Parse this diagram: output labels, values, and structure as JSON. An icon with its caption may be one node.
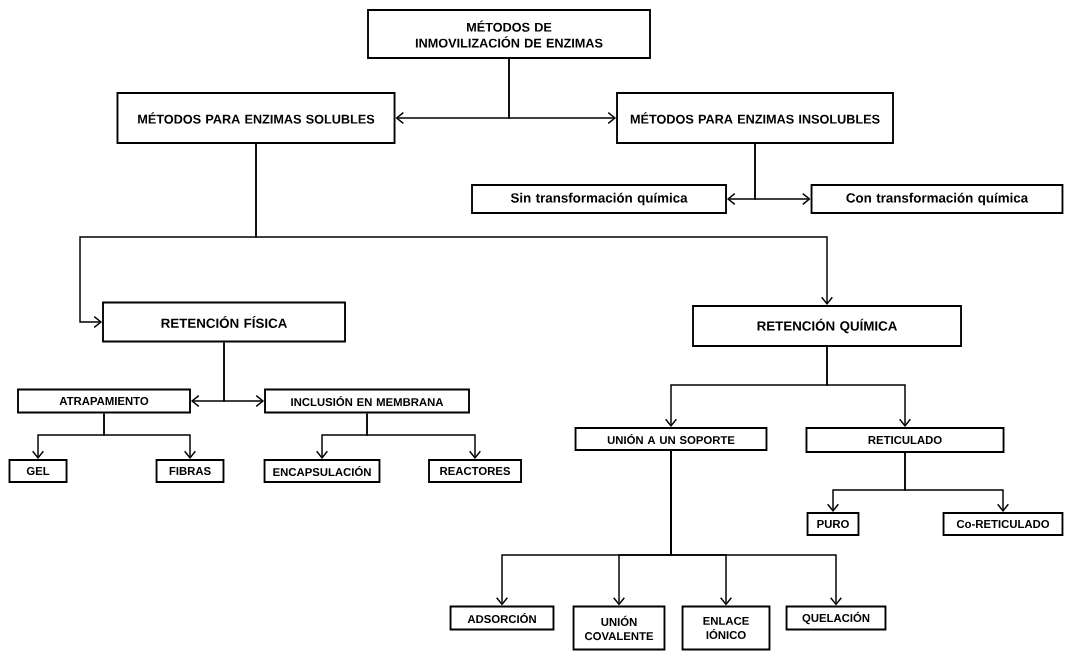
{
  "diagram": {
    "nodes": [
      {
        "text": [
          "MÉTODOS DE INMOVILIZACIÓN DE ENZIMAS"
        ]
      },
      {
        "text": [
          "MÉTODOS PARA ENZIMAS SOLUBLES"
        ]
      },
      {
        "text": [
          "MÉTODOS PARA ENZIMAS INSOLUBLES"
        ]
      },
      {
        "text": [
          "Sin transformación química"
        ]
      },
      {
        "text": [
          "Con transformación química"
        ]
      },
      {
        "text": [
          "RETENCIÓN FÍSICA"
        ]
      },
      {
        "text": [
          "RETENCIÓN QUÍMICA"
        ]
      },
      {
        "text": [
          "ATRAPAMIENTO"
        ]
      },
      {
        "text": [
          "INCLUSIÓN EN MEMBRANA"
        ]
      },
      {
        "text": [
          "GEL"
        ]
      },
      {
        "text": [
          "FIBRAS"
        ]
      },
      {
        "text": [
          "ENCAPSULACIÓN"
        ]
      },
      {
        "text": [
          "REACTORES"
        ]
      },
      {
        "text": [
          "UNIÓN A UN SOPORTE"
        ]
      },
      {
        "text": [
          "RETICULADO"
        ]
      },
      {
        "text": [
          "PURO"
        ]
      },
      {
        "text": [
          "Co-RETICULADO"
        ]
      },
      {
        "text": [
          "ADSORCIÓN"
        ]
      },
      {
        "text": [
          "UNIÓN COVALENTE"
        ]
      },
      {
        "text": [
          "ENLACE IÓNICO"
        ]
      },
      {
        "text": [
          "QUELACIÓN"
        ]
      }
    ],
    "edges": [
      {
        "from": 0,
        "to": 1,
        "arrow": "to"
      },
      {
        "from": 0,
        "to": 2,
        "arrow": "to"
      },
      {
        "from": 2,
        "to": 3,
        "arrow": "to"
      },
      {
        "from": 2,
        "to": 4,
        "arrow": "to"
      },
      {
        "from": 1,
        "to": 5,
        "arrow": "to"
      },
      {
        "from": 1,
        "to": 6,
        "arrow": "to"
      },
      {
        "from": 5,
        "to": 7,
        "arrow": "to"
      },
      {
        "from": 5,
        "to": 8,
        "arrow": "to"
      },
      {
        "from": 7,
        "to": 9,
        "arrow": "to"
      },
      {
        "from": 7,
        "to": 10,
        "arrow": "to"
      },
      {
        "from": 8,
        "to": 11,
        "arrow": "to"
      },
      {
        "from": 8,
        "to": 12,
        "arrow": "to"
      },
      {
        "from": 6,
        "to": 13,
        "arrow": "to"
      },
      {
        "from": 6,
        "to": 14,
        "arrow": "to"
      },
      {
        "from": 14,
        "to": 15,
        "arrow": "to"
      },
      {
        "from": 14,
        "to": 16,
        "arrow": "to"
      },
      {
        "from": 13,
        "to": 17,
        "arrow": "to"
      },
      {
        "from": 13,
        "to": 18,
        "arrow": "to"
      },
      {
        "from": 13,
        "to": 19,
        "arrow": "to"
      },
      {
        "from": 13,
        "to": 20,
        "arrow": "to"
      }
    ]
  }
}
